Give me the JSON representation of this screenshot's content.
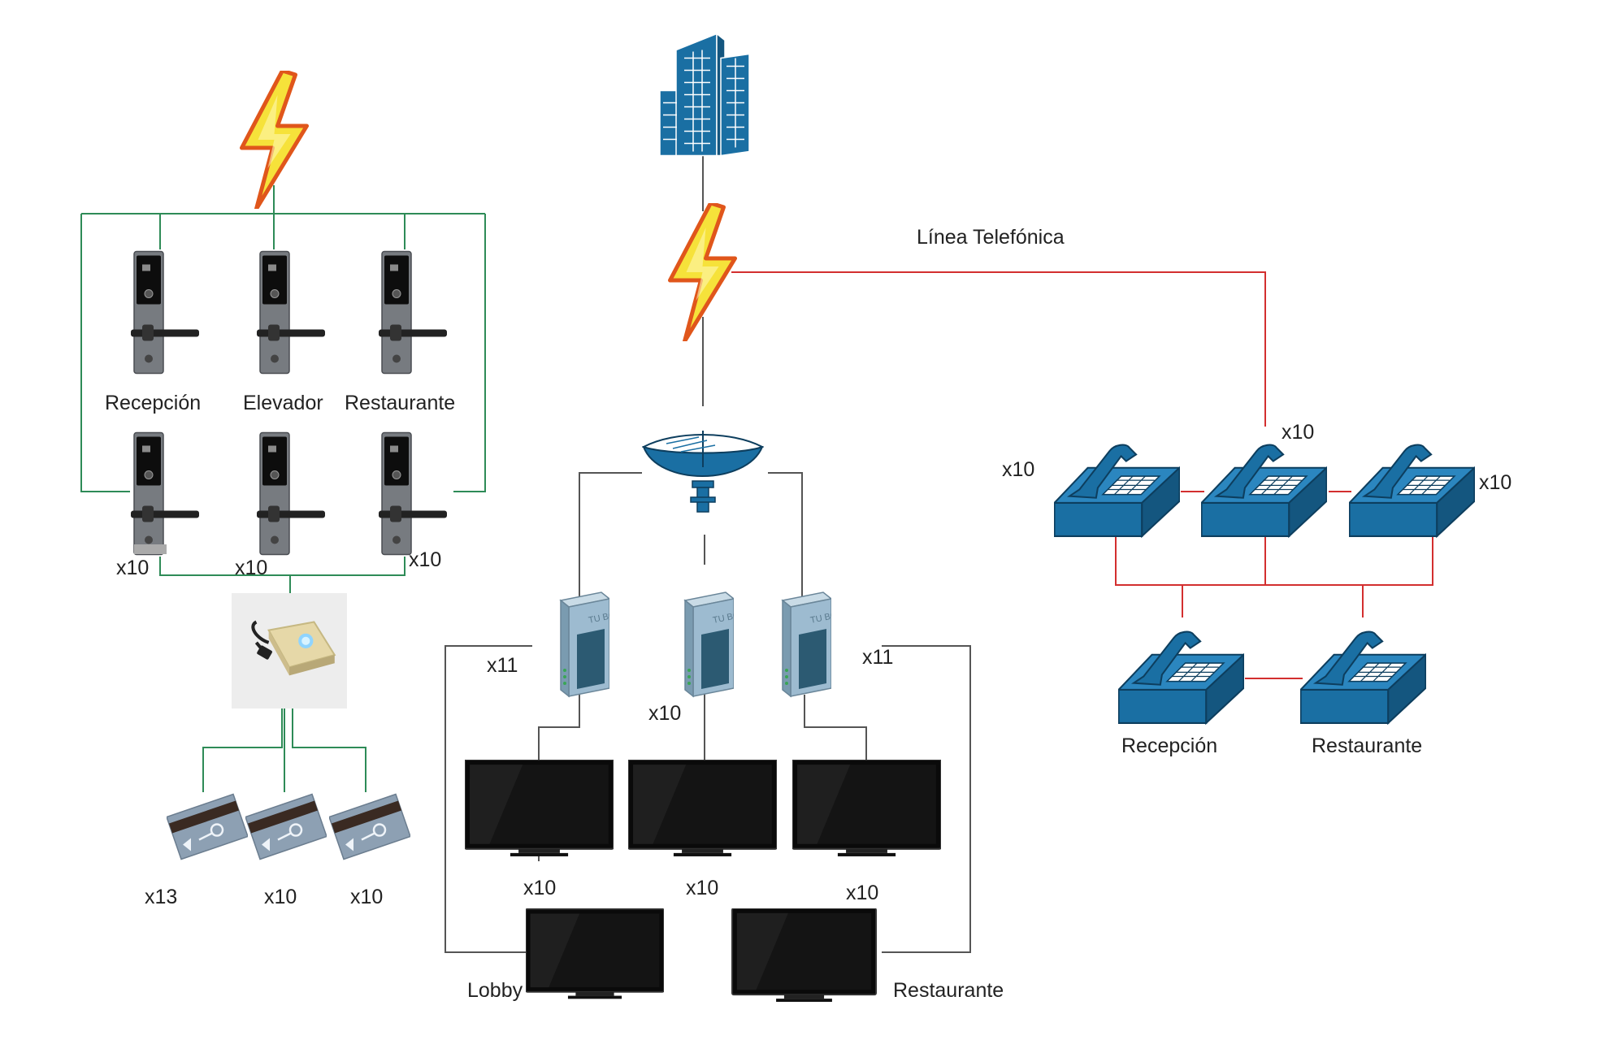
{
  "colors": {
    "power_line": "#2e8b57",
    "phone_line": "#d32f2f",
    "network_line": "#555555",
    "phone_fill": "#1a6fa3",
    "phone_stroke": "#0d3e5e",
    "building_fill": "#1a6fa3",
    "bolt_fill": "#f6e23a",
    "bolt_stroke": "#e0561b"
  },
  "icons": {
    "power": "lightning-bolt-icon",
    "building": "office-building-icon",
    "door_lock": "electronic-door-lock-icon",
    "encoder": "card-encoder-icon",
    "key_card": "key-card-icon",
    "satellite": "satellite-dish-icon",
    "tv_box": "tv-box-icon",
    "television": "television-icon",
    "telephone": "desk-telephone-icon"
  },
  "locks_section": {
    "top_labels": [
      "Recepción",
      "Elevador",
      "Restaurante"
    ],
    "bottom_counts": [
      "x10",
      "x10",
      "x10"
    ]
  },
  "cards_section": {
    "counts": [
      "x13",
      "x10",
      "x10"
    ]
  },
  "tv_section": {
    "box_counts": [
      "x11",
      "x10",
      "x11"
    ],
    "tv_counts": [
      "x10",
      "x10",
      "x10"
    ],
    "bottom_labels": [
      "Lobby",
      "Restaurante"
    ]
  },
  "phone_section": {
    "line_label": "Línea Telefónica",
    "phone_counts": [
      "x10",
      "x10",
      "x10"
    ],
    "bottom_labels": [
      "Recepción",
      "Restaurante"
    ]
  }
}
